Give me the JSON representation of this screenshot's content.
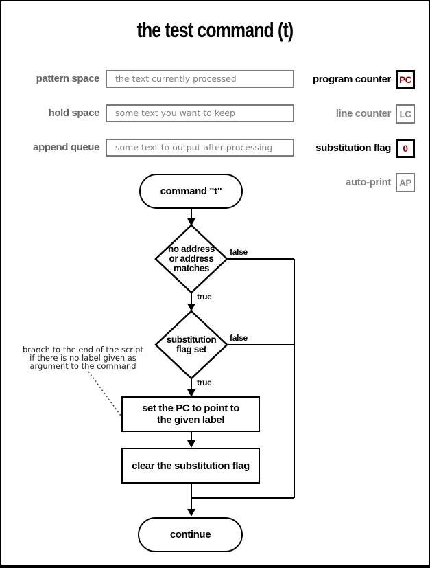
{
  "title": "the test command (t)",
  "state_fields": {
    "left": [
      {
        "label": "pattern space",
        "value": "the text currently processed"
      },
      {
        "label": "hold space",
        "value": "some text you want to keep"
      },
      {
        "label": "append queue",
        "value": "some text to output after processing"
      }
    ],
    "right": [
      {
        "label": "program counter",
        "value": "PC"
      },
      {
        "label": "line counter",
        "value": "LC"
      },
      {
        "label": "substitution flag",
        "value": "0"
      },
      {
        "label": "auto-print",
        "value": "AP"
      }
    ]
  },
  "flowchart": {
    "start": "command \"t\"",
    "decision1": {
      "line1": "no address",
      "line2": "or address",
      "line3": "matches"
    },
    "decision1_false": "false",
    "decision1_true": "true",
    "decision2": {
      "line1": "substitution",
      "line2": "flag set"
    },
    "decision2_false": "false",
    "decision2_true": "true",
    "process1": {
      "line1": "set the PC to point to",
      "line2": "the given label"
    },
    "process2": "clear the substitution flag",
    "end": "continue",
    "annotation": {
      "line1": "branch to the end of the script",
      "line2": "if there is no label given as",
      "line3": "argument to the command"
    }
  },
  "colors": {
    "accent_red": "#7f0000",
    "label_gray": "#666666",
    "line_black": "#000000"
  }
}
